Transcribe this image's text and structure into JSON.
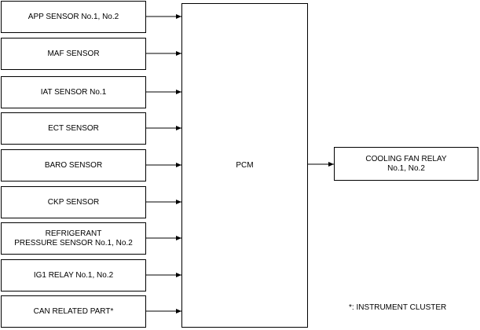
{
  "inputs": [
    {
      "label": "APP SENSOR No.1, No.2"
    },
    {
      "label": "MAF SENSOR"
    },
    {
      "label": "IAT SENSOR No.1"
    },
    {
      "label": "ECT SENSOR"
    },
    {
      "label": "BARO SENSOR"
    },
    {
      "label": "CKP SENSOR"
    },
    {
      "label": "REFRIGERANT\nPRESSURE SENSOR No.1, No.2"
    },
    {
      "label": "IG1 RELAY No.1, No.2"
    },
    {
      "label": "CAN RELATED PART*"
    }
  ],
  "controller": {
    "label": "PCM"
  },
  "output": {
    "label": "COOLING FAN RELAY\nNo.1, No.2"
  },
  "footnote": "*: INSTRUMENT CLUSTER"
}
